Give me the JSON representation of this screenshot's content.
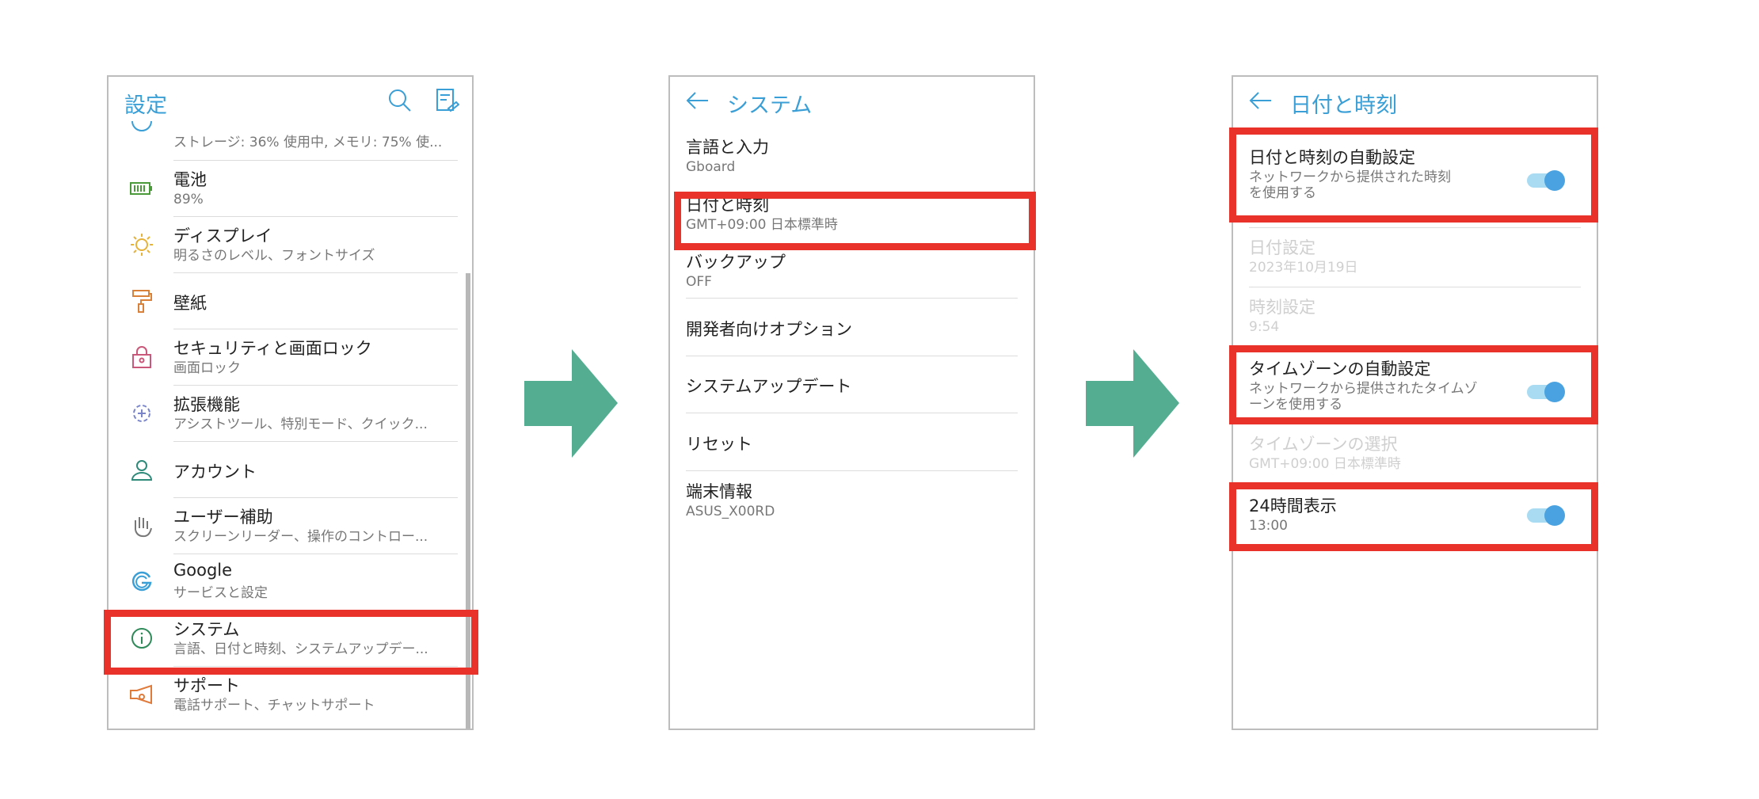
{
  "panel1": {
    "title": "設定",
    "icons": [
      "search-icon",
      "edit-list-icon"
    ],
    "storage_sub": "ストレージ: 36% 使用中, メモリ: 75% 使...",
    "items": [
      {
        "title": "電池",
        "sub": "89%",
        "icon": "battery-icon",
        "color": "#4a9a3a"
      },
      {
        "title": "ディスプレイ",
        "sub": "明るさのレベル、フォントサイズ",
        "icon": "brightness-icon",
        "color": "#e6b23a"
      },
      {
        "title": "壁紙",
        "sub": "",
        "icon": "paint-roller-icon",
        "color": "#d9813a"
      },
      {
        "title": "セキュリティと画面ロック",
        "sub": "画面ロック",
        "icon": "lock-icon",
        "color": "#c9587a"
      },
      {
        "title": "拡張機能",
        "sub": "アシストツール、特別モード、クイック...",
        "icon": "gear-plus-icon",
        "color": "#7a86c9"
      },
      {
        "title": "アカウント",
        "sub": "",
        "icon": "person-icon",
        "color": "#2f8a7a"
      },
      {
        "title": "ユーザー補助",
        "sub": "スクリーンリーダー、操作のコントロー...",
        "icon": "hand-icon",
        "color": "#777777"
      },
      {
        "title": "Google",
        "sub": "サービスと設定",
        "icon": "google-icon",
        "color": "#3a9fd6"
      },
      {
        "title": "システム",
        "sub": "言語、日付と時刻、システムアップデー...",
        "icon": "info-icon",
        "color": "#2f8a5a"
      },
      {
        "title": "サポート",
        "sub": "電話サポート、チャットサポート",
        "icon": "megaphone-icon",
        "color": "#e07a3a"
      }
    ]
  },
  "panel2": {
    "title": "システム",
    "items": [
      {
        "title": "言語と入力",
        "sub": "Gboard"
      },
      {
        "title": "日付と時刻",
        "sub": "GMT+09:00 日本標準時"
      },
      {
        "title": "バックアップ",
        "sub": "OFF"
      },
      {
        "title": "開発者向けオプション",
        "sub": ""
      },
      {
        "title": "システムアップデート",
        "sub": ""
      },
      {
        "title": "リセット",
        "sub": ""
      },
      {
        "title": "端末情報",
        "sub": "ASUS_X00RD"
      }
    ]
  },
  "panel3": {
    "title": "日付と時刻",
    "items": [
      {
        "title": "日付と時刻の自動設定",
        "sub1": "ネットワークから提供された時刻",
        "sub2": "を使用する",
        "toggle": true,
        "enabled": true
      },
      {
        "title": "日付設定",
        "sub1": "2023年10月19日",
        "enabled": false
      },
      {
        "title": "時刻設定",
        "sub1": "9:54",
        "enabled": false
      },
      {
        "title": "タイムゾーンの自動設定",
        "sub1": "ネットワークから提供されたタイムゾ",
        "sub2": "ーンを使用する",
        "toggle": true,
        "enabled": true
      },
      {
        "title": "タイムゾーンの選択",
        "sub1": "GMT+09:00 日本標準時",
        "enabled": false
      },
      {
        "title": "24時間表示",
        "sub1": "13:00",
        "toggle": true,
        "enabled": true
      }
    ]
  },
  "colors": {
    "accent": "#3a9fd6",
    "highlight": "#e8322a",
    "arrow": "#55ad91",
    "toggle_on": "#4aa3e0"
  }
}
